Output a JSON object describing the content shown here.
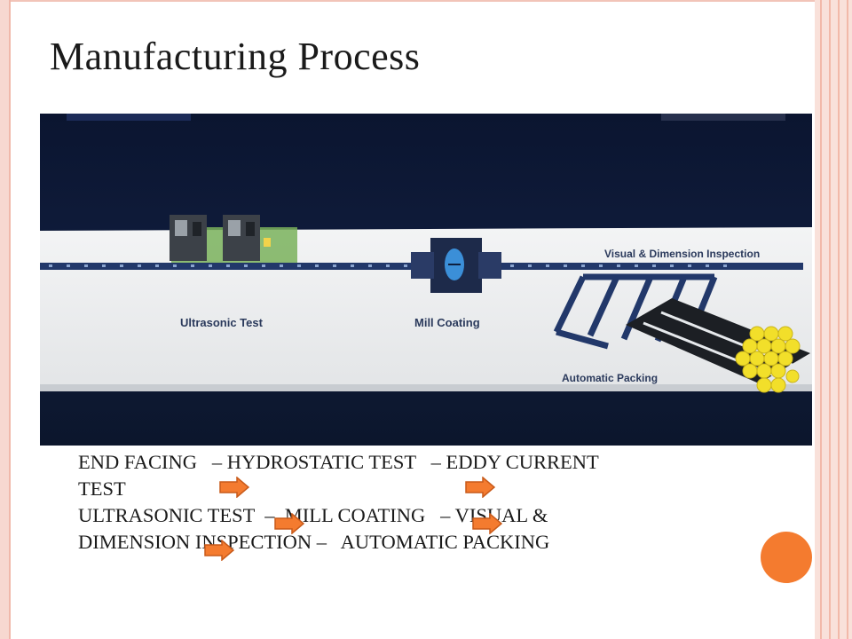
{
  "slide": {
    "title": "Manufacturing Process"
  },
  "diagram": {
    "stations": {
      "ultrasonic": "Ultrasonic Test",
      "mill_coating": "Mill Coating",
      "visual": "Visual & Dimension Inspection",
      "packing": "Automatic Packing"
    }
  },
  "caption": {
    "lines": [
      "END FACING   – HYDROSTATIC TEST   – EDDY CURRENT",
      "TEST",
      "ULTRASONIC TEST  –  MILL COATING   – VISUAL &",
      "DIMENSION INSPECTION –   AUTOMATIC PACKING"
    ]
  },
  "colors": {
    "accent": "#f47b2f",
    "arrow_fill": "#f47b2f",
    "arrow_stroke": "#c85a1a",
    "frame": "#f7d8d0",
    "conveyor": "#22386a"
  },
  "icons": {
    "arrow": "right-arrow-icon",
    "decoration": "orange-circle"
  }
}
